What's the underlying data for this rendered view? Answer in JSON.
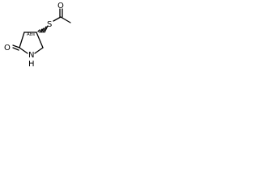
{
  "molecule": {
    "atoms": {
      "sulfur": "S",
      "ring_nitrogen": "N",
      "ring_nitrogen_h": "H",
      "ring_carbonyl_oxygen": "O",
      "acetyl_oxygen": "O"
    },
    "stereo_flag": "Abs"
  }
}
